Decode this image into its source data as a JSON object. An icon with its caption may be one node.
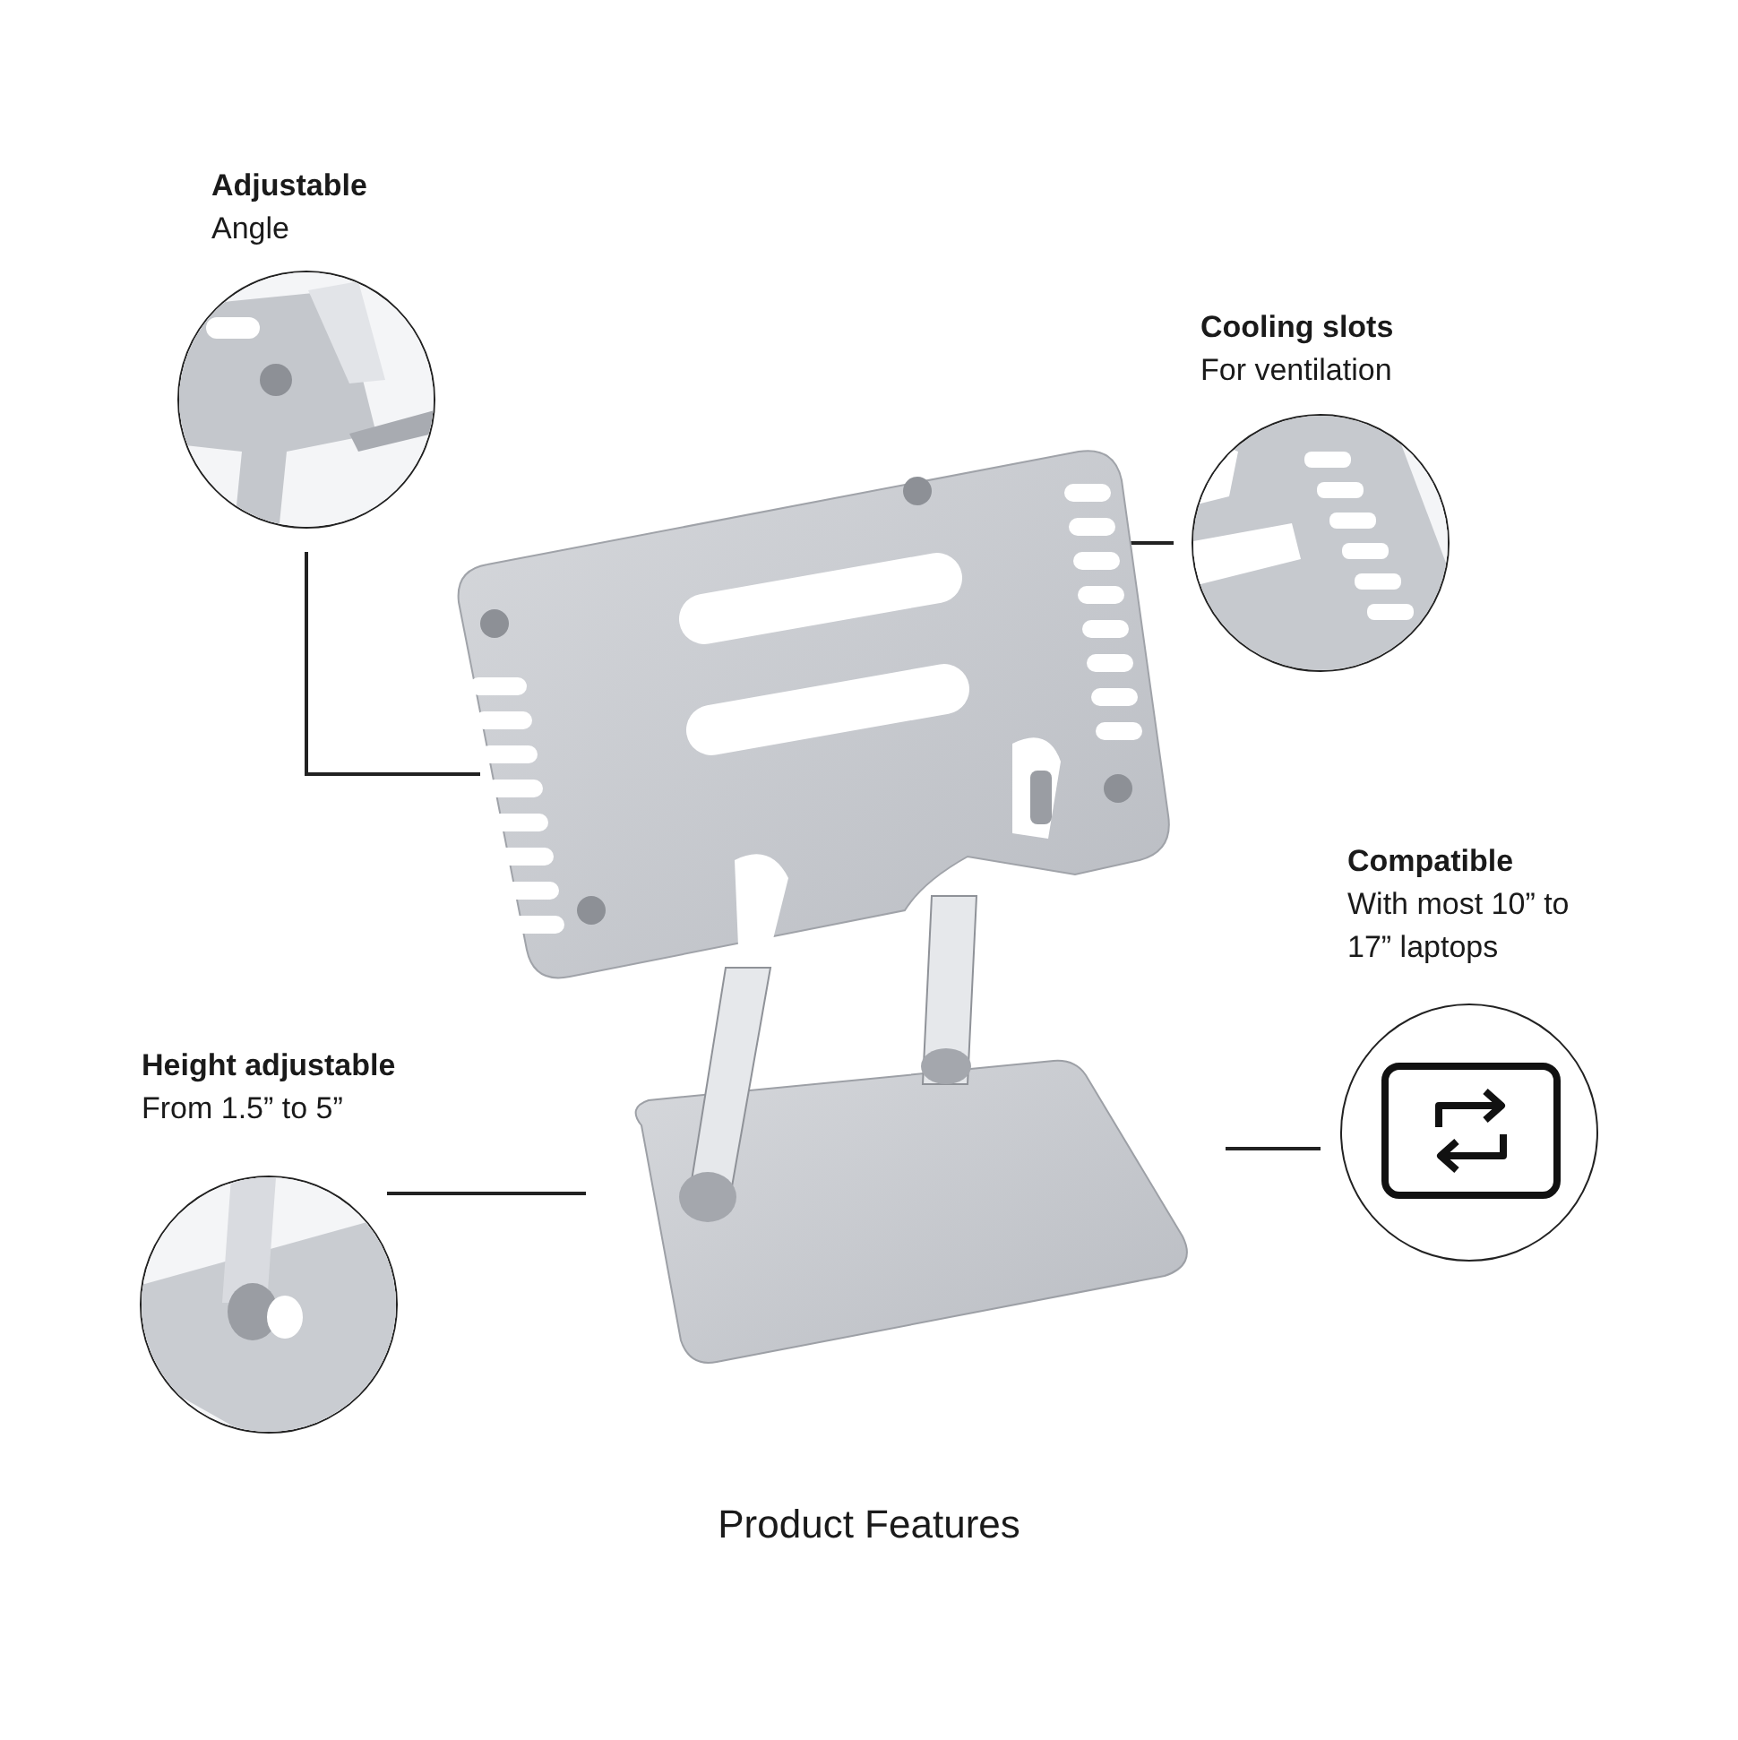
{
  "diagram": {
    "caption": "Product Features",
    "nodes": [
      {
        "text": [
          "Adjustable",
          "Angle"
        ]
      },
      {
        "text": [
          "Cooling slots",
          "For ventilation"
        ]
      },
      {
        "text": [
          "Compatible",
          "With most 10” to 17” laptops"
        ]
      },
      {
        "text": [
          "Height adjustable",
          "From 1.5” to 5”"
        ]
      },
      {
        "text": [],
        "shape": "picture"
      }
    ],
    "edges": [
      {
        "from": 0,
        "to": 4,
        "arrow": "none"
      },
      {
        "from": 1,
        "to": 4,
        "arrow": "none"
      },
      {
        "from": 2,
        "to": 4,
        "arrow": "none"
      },
      {
        "from": 3,
        "to": 4,
        "arrow": "none"
      }
    ]
  }
}
